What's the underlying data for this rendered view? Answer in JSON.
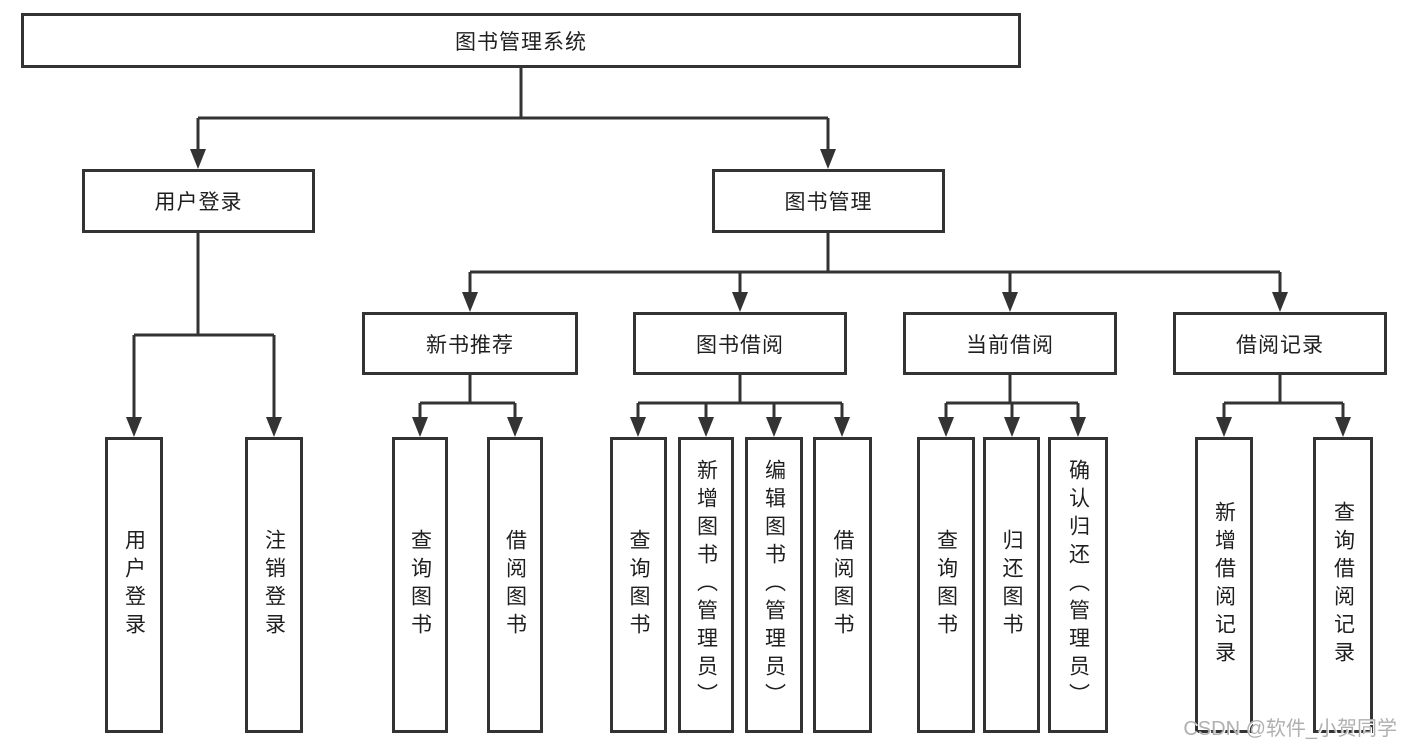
{
  "diagram": {
    "type": "hierarchy-tree",
    "root": {
      "label": "图书管理系统"
    },
    "level2": [
      {
        "label": "用户登录"
      },
      {
        "label": "图书管理"
      }
    ],
    "level3": [
      {
        "label": "新书推荐"
      },
      {
        "label": "图书借阅"
      },
      {
        "label": "当前借阅"
      },
      {
        "label": "借阅记录"
      }
    ],
    "leaves": {
      "user_login": [
        {
          "label": "用户登录"
        },
        {
          "label": "注销登录"
        }
      ],
      "new_book_recommend": [
        {
          "label": "查询图书"
        },
        {
          "label": "借阅图书"
        }
      ],
      "book_borrowing": [
        {
          "label": "查询图书"
        },
        {
          "label": "新增图书（管理员）"
        },
        {
          "label": "编辑图书（管理员）"
        },
        {
          "label": "借阅图书"
        }
      ],
      "current_borrowing": [
        {
          "label": "查询图书"
        },
        {
          "label": "归还图书"
        },
        {
          "label": "确认归还（管理员）"
        }
      ],
      "borrowing_records": [
        {
          "label": "新增借阅记录"
        },
        {
          "label": "查询借阅记录"
        }
      ]
    }
  },
  "watermark": "CSDN @软件_小贺同学",
  "colors": {
    "line": "#333333",
    "text": "#1f1f1f",
    "watermark": "#b0b0b0",
    "background": "#ffffff"
  }
}
